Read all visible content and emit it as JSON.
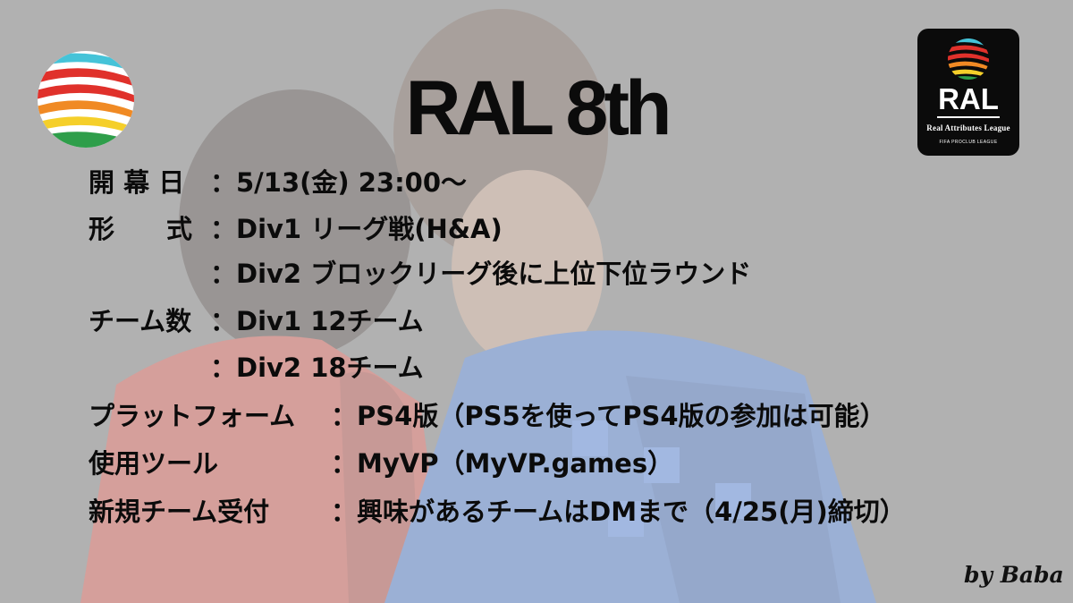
{
  "title": "RAL 8th",
  "logo_right": {
    "abbr": "RAL",
    "full_name": "Real Attributes League",
    "tagline": "FIFA PROCLUB LEAGUE"
  },
  "info": [
    {
      "label": "開 幕 日",
      "value": "：5/13(金) 23:00〜"
    },
    {
      "label": "形　　式",
      "value": "：Div1 リーグ戦(H&A)"
    },
    {
      "label": "",
      "value": "：Div2 ブロックリーグ後に上位下位ラウンド"
    },
    {
      "label": "チーム数",
      "value": "：Div1 12チーム"
    },
    {
      "label": "",
      "value": "：Div2 18チーム"
    },
    {
      "label": "プラットフォーム",
      "value": "：PS4版（PS5を使ってPS4版の参加は可能）"
    },
    {
      "label": "使用ツール",
      "value": "：MyVP（MyVP.games）"
    },
    {
      "label": "新規チーム受付",
      "value": "：興味があるチームはDMまで（4/25(月)締切）"
    }
  ],
  "signature": "by Baba",
  "colors": {
    "text": "#0b0b0b",
    "logo_red": "#e0312b",
    "logo_orange": "#f08a24",
    "logo_yellow": "#f5cf2a",
    "logo_green": "#2e9e4a",
    "logo_cyan": "#45c3d8",
    "logo_bg": "#0b0b0b"
  },
  "icons": [
    "league-globe-icon",
    "league-badge-icon"
  ]
}
